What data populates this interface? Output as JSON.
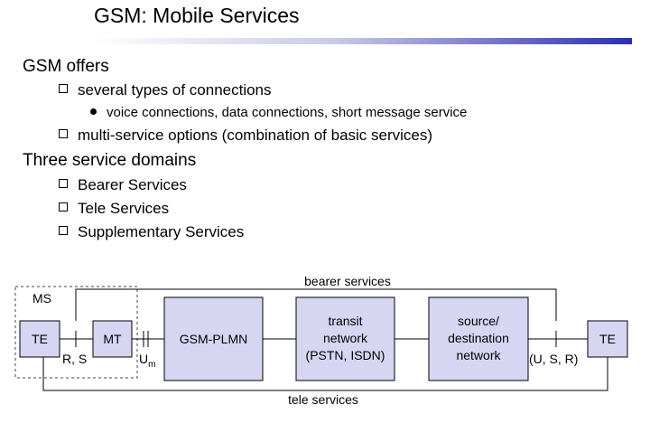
{
  "title": "GSM: Mobile Services",
  "bullets": [
    {
      "level": 1,
      "text": "GSM offers"
    },
    {
      "level": 2,
      "text": "several types of connections"
    },
    {
      "level": 3,
      "text": "voice connections, data connections, short message service"
    },
    {
      "level": 2,
      "text": "multi-service options (combination of basic services)"
    },
    {
      "level": 1,
      "text": "Three service domains"
    },
    {
      "level": 2,
      "text": "Bearer Services"
    },
    {
      "level": 2,
      "text": "Tele Services"
    },
    {
      "level": 2,
      "text": "Supplementary Services"
    }
  ],
  "diagram": {
    "ms_label": "MS",
    "te_left": "TE",
    "mt": "MT",
    "gsm_plmn": "GSM-PLMN",
    "transit": [
      "transit",
      "network",
      "(PSTN, ISDN)"
    ],
    "destination": [
      "source/",
      "destination",
      "network"
    ],
    "te_right": "TE",
    "rs_label": "R, S",
    "um_label": "U",
    "um_sub": "m",
    "usr_label": "(U, S, R)",
    "bearer_label": "bearer services",
    "tele_label": "tele services",
    "box_fill": "#d6d6f3"
  }
}
